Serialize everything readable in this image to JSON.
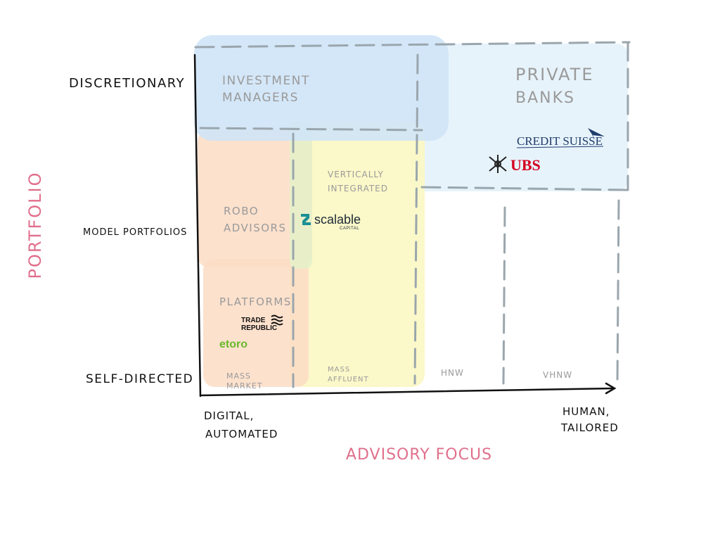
{
  "axes": {
    "y_title": "PORTFOLIO",
    "x_title": "ADVISORY FOCUS",
    "y_levels": [
      "DISCRETIONARY",
      "MODEL PORTFOLIOS",
      "SELF-DIRECTED"
    ],
    "x_start": [
      "DIGITAL,",
      "AUTOMATED"
    ],
    "x_end": [
      "HUMAN,",
      "TAILORED"
    ],
    "segments": [
      [
        "MASS",
        "MARKET"
      ],
      [
        "MASS",
        "AFFLUENT"
      ],
      [
        "HNW"
      ],
      [
        "VHNW"
      ]
    ]
  },
  "groups": {
    "investment_managers": [
      "INVESTMENT",
      "MANAGERS"
    ],
    "private_banks": [
      "PRIVATE",
      "BANKS"
    ],
    "vertically_integrated": [
      "VERTICALLY",
      "INTEGRATED"
    ],
    "robo_advisors": [
      "ROBO",
      "ADVISORS"
    ],
    "platforms": [
      "PLATFORMS"
    ]
  },
  "logos": {
    "credit_suisse": "CREDIT SUISSE",
    "ubs": "UBS",
    "scalable_name": "scalable",
    "scalable_sub": "CAPITAL",
    "trade_republic": [
      "TRADE",
      "REPUBLIC"
    ],
    "etoro": "etoro"
  },
  "colors": {
    "axis": "#111111",
    "dash": "#9aa6ad",
    "label_gray": "#9a9a9a",
    "title_pink": "#e0708c",
    "blue_zone": "#cfe4f7",
    "light_blue_zone": "#e6f2fb",
    "orange_zone": "#fbdcc4",
    "yellow_zone": "#fbf8c6",
    "green_zone": "#e6f1c8",
    "credit_suisse": "#1f3c6b",
    "ubs_red": "#d2001f",
    "scalable_teal": "#1a8f95",
    "etoro_green": "#69b82b"
  }
}
